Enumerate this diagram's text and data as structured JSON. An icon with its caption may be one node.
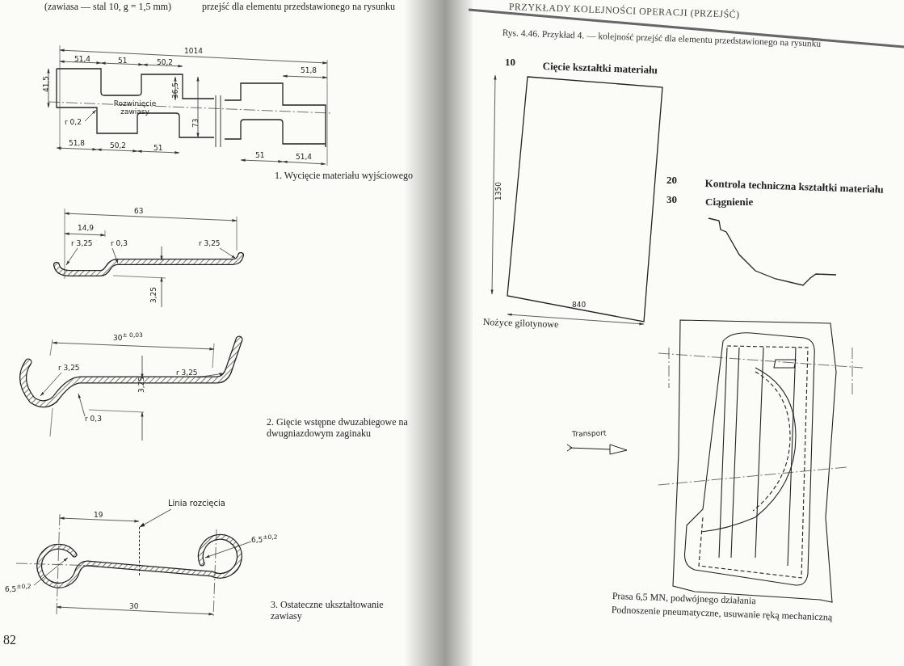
{
  "diagram": {
    "title": "Rys. 4.46. Przykład 4. — kolejność przejść dla elementu przedstawionego na rysunku",
    "nodes": [
      {
        "text": [
          "Linia rozcięcia"
        ]
      },
      {
        "text": [],
        "shape": "line"
      }
    ],
    "edges": [
      {
        "from": 0,
        "to": 1,
        "arrow": "to"
      }
    ],
    "labels": [
      "(zawiasa — stal 10, g = 1,5 mm)",
      "przejść dla elementu przedstawionego na rysunku",
      "1014",
      "51,4",
      "51",
      "50,2",
      "51,8",
      "41,5",
      "36,5",
      "Rozwinięcie zawiasy",
      "r 0,2",
      "73",
      "51,8",
      "50,2",
      "51",
      "51",
      "51,4",
      "1. Wycięcie materiału wyjściowego",
      "63",
      "14,9",
      "r 3,25",
      "r 0,3",
      "r 3,25",
      "3,25",
      "30$^{± 0,03}$",
      "r 3,25",
      "3,25",
      "r 3,25",
      "r 0,3",
      "2. Gięcie wstępne dwuzabiegowe na dwugniazdowym zaginaku",
      "19",
      "6,5$^{±0,2}$",
      "6,5$^{±0,2}$",
      "30",
      "3. Ostateczne ukształtowanie zawiasy",
      "82",
      "PRZYKŁADY KOLEJNOŚCI OPERACJI (PRZEJŚĆ)",
      "10",
      "Cięcie kształtki materiału",
      "1350",
      "840",
      "Nożyce gilotynowe",
      "20",
      "Kontrola techniczna kształtki materiału",
      "30",
      "Ciągnienie",
      "Transport",
      "Prasa 6,5 MN, podwójnego działania",
      "Podnoszenie pneumatyczne, usuwanie ręką mechaniczną"
    ]
  }
}
